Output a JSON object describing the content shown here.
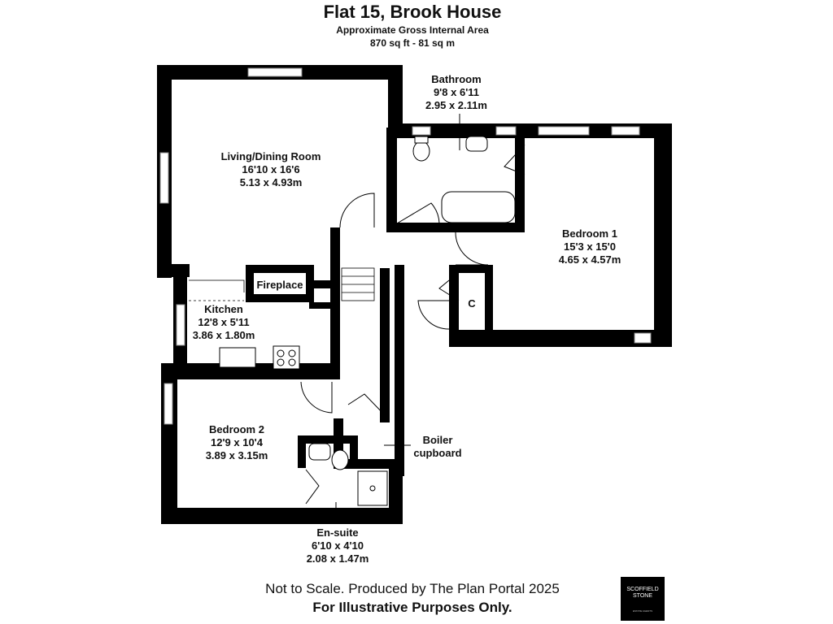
{
  "header": {
    "title": "Flat 15, Brook House",
    "subtitle": "Approximate Gross Internal Area",
    "area": "870 sq ft - 81 sq m"
  },
  "rooms": {
    "living": {
      "name": "Living/Dining Room",
      "imperial": "16'10 x 16'6",
      "metric": "5.13 x 4.93m"
    },
    "bathroom": {
      "name": "Bathroom",
      "imperial": "9'8 x 6'11",
      "metric": "2.95 x 2.11m"
    },
    "bedroom1": {
      "name": "Bedroom 1",
      "imperial": "15'3 x 15'0",
      "metric": "4.65 x 4.57m"
    },
    "kitchen": {
      "name": "Kitchen",
      "imperial": "12'8 x 5'11",
      "metric": "3.86 x 1.80m"
    },
    "fireplace": {
      "name": "Fireplace"
    },
    "cupboard": {
      "name": "C"
    },
    "bedroom2": {
      "name": "Bedroom 2",
      "imperial": "12'9 x 10'4",
      "metric": "3.89 x 3.15m"
    },
    "boiler": {
      "name": "Boiler",
      "name2": "cupboard"
    },
    "ensuite": {
      "name": "En-suite",
      "imperial": "6'10 x 4'10",
      "metric": "2.08 x 1.47m"
    }
  },
  "footer": {
    "disclaimer": "Not to Scale. Produced by The Plan Portal 2025",
    "notice": "For Illustrative Purposes Only."
  },
  "logo": {
    "line1": "SCOFFIELD",
    "line2": "STONE",
    "tagline": "ESTATE AGENTS"
  },
  "colors": {
    "wall": "#000000",
    "window": "#ffffff",
    "background": "#ffffff"
  }
}
